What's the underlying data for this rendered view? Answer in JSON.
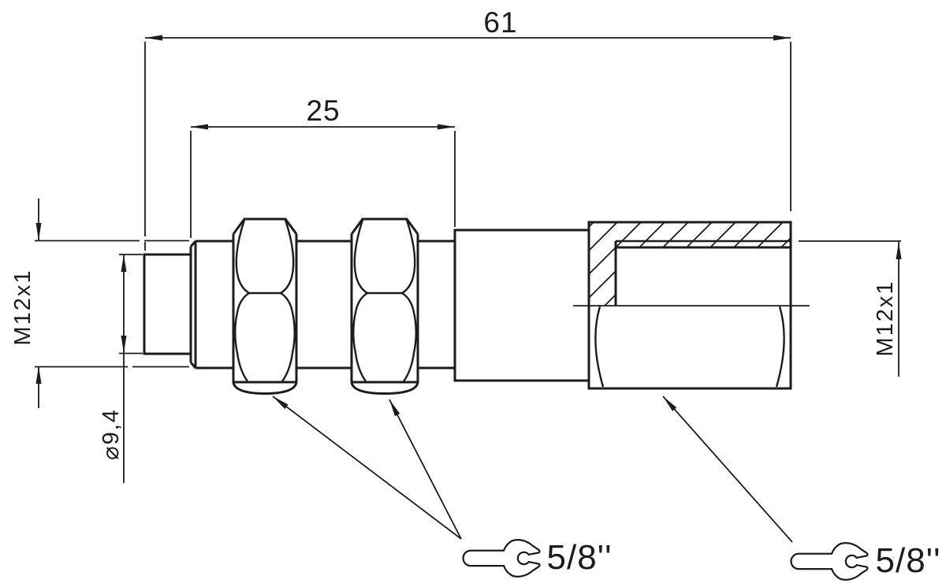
{
  "drawing": {
    "dimensions": {
      "overall_length": "61",
      "thread_length": "25",
      "thread_left": "M12x1",
      "tip_diameter": "⌀9,4",
      "thread_right": "M12x1"
    },
    "wrench_left": {
      "size": "5/8''"
    },
    "wrench_right": {
      "size": "5/8''"
    },
    "icons": {
      "wrench_left": "open-end-wrench-icon",
      "wrench_right": "open-end-wrench-icon"
    },
    "colors": {
      "line": "#1c1c1c",
      "background": "#ffffff"
    }
  }
}
